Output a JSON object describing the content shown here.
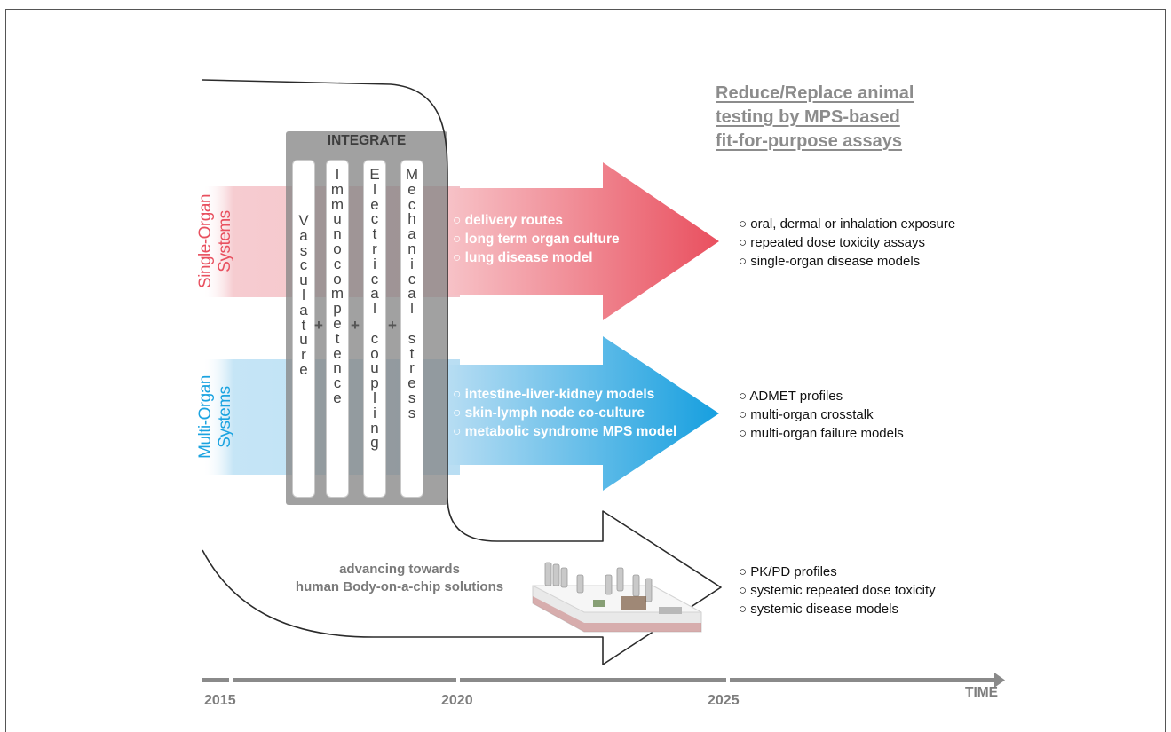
{
  "heading": {
    "line1": "Reduce/Replace animal",
    "line2": "testing by MPS-based",
    "line3": "fit-for-purpose assays"
  },
  "single_organ": {
    "label_line1": "Single-Organ",
    "label_line2": "Systems",
    "color": "#e8505f",
    "items": [
      "○ delivery routes",
      "○ long term organ culture",
      "○ lung disease model"
    ],
    "outcomes": [
      "○ oral, dermal or inhalation exposure",
      "○ repeated dose toxicity assays",
      "○ single-organ disease models"
    ]
  },
  "multi_organ": {
    "label_line1": "Multi-Organ",
    "label_line2": "Systems",
    "color": "#1ba3e0",
    "items": [
      "○ intestine-liver-kidney models",
      "○ skin-lymph node co-culture",
      "○ metabolic syndrome MPS model"
    ],
    "outcomes": [
      "○ ADMET profiles",
      "○ multi-organ crosstalk",
      "○ multi-organ failure models"
    ]
  },
  "integrate": {
    "title": "INTEGRATE",
    "columns": [
      "Vasculature",
      "Immunocompetence",
      "Electrical coupling",
      "Mechanical stress"
    ],
    "plus": "+"
  },
  "body_on_chip": {
    "line1": "advancing towards",
    "line2": "human Body-on-a-chip solutions",
    "outcomes": [
      "○ PK/PD profiles",
      "○ systemic repeated dose toxicity",
      "○ systemic disease models"
    ]
  },
  "timeline": {
    "ticks": [
      "2015",
      "2020",
      "2025"
    ],
    "axis_label": "TIME",
    "color": "#7d7d7d"
  }
}
